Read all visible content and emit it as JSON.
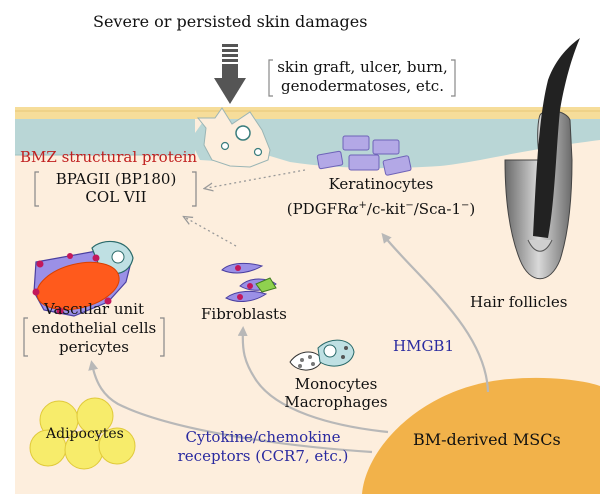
{
  "top_label": "Severe or persisted skin damages",
  "causes": {
    "line1": "skin graft, ulcer, burn,",
    "line2": "genodermatoses, etc."
  },
  "bmz": {
    "heading": "BMZ structural protein",
    "line1": "BPAGII (BP180)",
    "line2": "COL VII"
  },
  "keratinocytes": {
    "name": "Keratinocytes",
    "markers": {
      "open": "(PDGFR",
      "alpha": "α",
      "plus": "+",
      "ckit": "/c-kit",
      "minus1": "−",
      "sca": "/Sca-1",
      "minus2": "−",
      "close": ")"
    }
  },
  "hair_follicles": "Hair follicles",
  "vascular": {
    "line1": "Vascular unit",
    "line2": "endothelial cells",
    "line3": "pericytes"
  },
  "fibroblasts": "Fibroblasts",
  "hmgb1": "HMGB1",
  "monocytes": {
    "line1": "Monocytes",
    "line2": "Macrophages"
  },
  "adipocytes": "Adipocytes",
  "receptors": {
    "line1": "Cytokine/chemokine",
    "line2": "receptors (CCR7, etc.)"
  },
  "msc": "BM-derived MSCs",
  "colors": {
    "dermis": "#fdeedd",
    "epidermis": "#b9d6d6",
    "stratum": "#f6dd9a",
    "bmz_heading": "#c02020",
    "blue_text": "#2a2aa0",
    "msc_fill": "#f2b24a",
    "adipocyte_fill": "#f7ec6b",
    "arrow_gray": "#b8b8b8"
  }
}
